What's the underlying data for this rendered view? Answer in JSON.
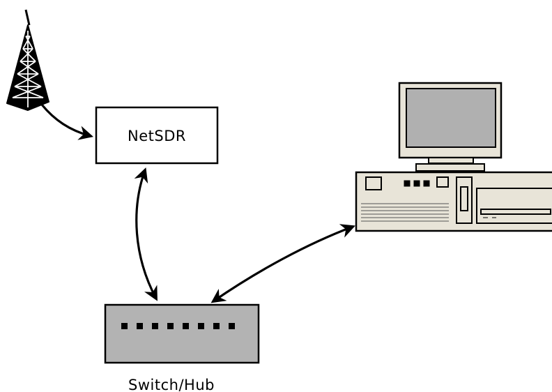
{
  "nodes": {
    "netsdr": {
      "label": "NetSDR"
    },
    "hub": {
      "label": "Switch/Hub"
    }
  },
  "icons": {
    "antenna": "radio-tower-icon",
    "computer": "desktop-computer-icon",
    "hub": "network-switch-icon"
  },
  "colors": {
    "stroke": "#000000",
    "hub_fill": "#b3b3b3",
    "computer_case": "#e8e4d8",
    "monitor_screen": "#b0b0b0"
  },
  "connections": [
    {
      "from": "antenna",
      "to": "netsdr",
      "direction": "one-way"
    },
    {
      "from": "netsdr",
      "to": "hub",
      "direction": "two-way"
    },
    {
      "from": "hub",
      "to": "computer",
      "direction": "two-way"
    }
  ]
}
